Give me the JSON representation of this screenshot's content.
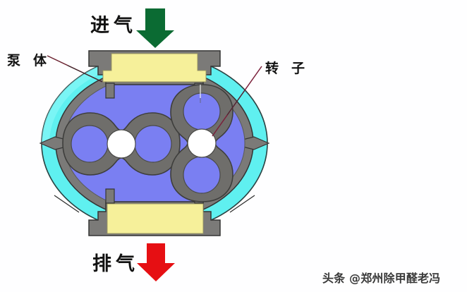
{
  "figure": {
    "kind": "roots-blower-cross-section-diagram",
    "background_color": "#fefeff"
  },
  "labels": {
    "intake": "进气",
    "exhaust": "排气",
    "pump_body": "泵 体",
    "rotor": "转 子"
  },
  "arrows": {
    "intake": {
      "name": "intake-arrow",
      "direction": "down",
      "color": "#0b6b33"
    },
    "exhaust": {
      "name": "exhaust-arrow",
      "direction": "down",
      "color": "#e60f13"
    }
  },
  "leaders": {
    "pump_body": {
      "color": "#6b2230"
    },
    "rotor": {
      "color": "#7a1f3a"
    }
  },
  "colors": {
    "chamber_blue": "#7a7ff2",
    "jacket_cyan": "#5ff0f0",
    "jacket_cyan_light": "#79f6f6",
    "casing_gray": "#7b7a78",
    "casing_gray_dark": "#6e6d6a",
    "port_yellow": "#f6f09a",
    "shaft_white": "#ffffff",
    "outline_dark": "#3c3c3c",
    "intake_arrow_green": "#0b6b33",
    "exhaust_arrow_red": "#e60f13",
    "text_black": "#121212"
  },
  "parts": {
    "casing_flange_top": "top-inlet-flange",
    "casing_flange_bottom": "bottom-outlet-flange",
    "inlet_port": "inlet-port-yellow",
    "outlet_port": "outlet-port-yellow",
    "water_jacket": "cooling-water-jacket",
    "chamber": "pumping-chamber",
    "rotor_left": {
      "name": "left-rotor-horizontal",
      "orientation": "horizontal",
      "lobes": 2,
      "shaft": "left-rotor-shaft"
    },
    "rotor_right": {
      "name": "right-rotor-vertical",
      "orientation": "vertical",
      "lobes": 2,
      "shaft": "right-rotor-shaft"
    },
    "mount_left": "left-mounting-lug",
    "mount_right": "right-mounting-lug"
  },
  "watermark": {
    "text": "头条 @郑州除甲醛老冯"
  }
}
